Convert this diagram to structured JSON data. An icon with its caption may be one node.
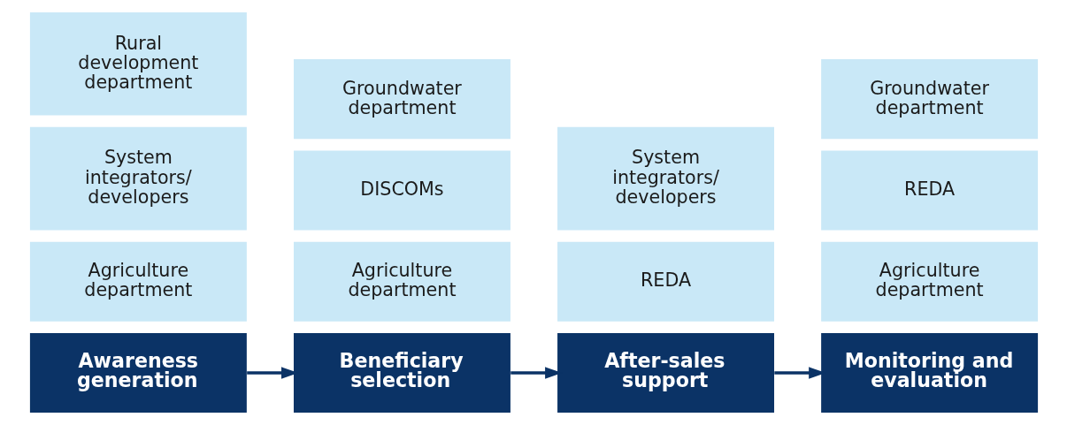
{
  "diagram": {
    "nodes": [
      {
        "text": [
          "Awareness generation"
        ]
      },
      {
        "text": [
          "Agriculture department"
        ]
      },
      {
        "text": [
          "System integrators/ developers"
        ]
      },
      {
        "text": [
          "Rural development department"
        ]
      },
      {
        "text": [
          "Beneficiary selection"
        ]
      },
      {
        "text": [
          "Agriculture department"
        ]
      },
      {
        "text": [
          "DISCOMs"
        ]
      },
      {
        "text": [
          "Groundwater department"
        ]
      },
      {
        "text": [
          "After-sales support"
        ]
      },
      {
        "text": [
          "REDA"
        ]
      },
      {
        "text": [
          "System integrators/ developers"
        ]
      },
      {
        "text": [
          "Monitoring and evaluation"
        ]
      },
      {
        "text": [
          "Agriculture department"
        ]
      },
      {
        "text": [
          "REDA"
        ]
      },
      {
        "text": [
          "Groundwater department"
        ]
      }
    ],
    "edges": [
      {
        "from": 0,
        "to": 4,
        "arrow": "to"
      },
      {
        "from": 4,
        "to": 8,
        "arrow": "to"
      },
      {
        "from": 8,
        "to": 11,
        "arrow": "to"
      }
    ]
  }
}
